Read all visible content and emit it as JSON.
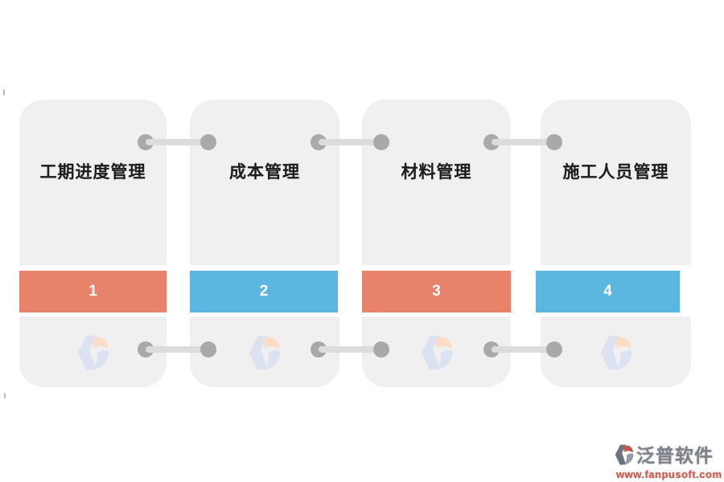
{
  "cards": [
    {
      "id": "schedule",
      "title": "工期进度管理",
      "step": "1",
      "bar_color": "#e8836b"
    },
    {
      "id": "cost",
      "title": "成本管理",
      "step": "2",
      "bar_color": "#5bb6e0"
    },
    {
      "id": "material",
      "title": "材料管理",
      "step": "3",
      "bar_color": "#e8836b"
    },
    {
      "id": "personnel",
      "title": "施工人员管理",
      "step": "4",
      "bar_color": "#5bb6e0"
    }
  ],
  "branding": {
    "name": "泛普软件",
    "website": "www.fanpusoft.com"
  },
  "icons": {
    "watermark": "fanpu-logo-watermark",
    "brand": "fanpu-logo"
  },
  "colors": {
    "card_bg": "#f0f0f1",
    "title_color": "#1c1c1c",
    "step_text": "#ffffff",
    "accent_orange": "#e8836b",
    "accent_blue": "#5bb6e0",
    "connector_line": "#dcdcdc",
    "connector_dot": "#a9a9a9",
    "watermark_lavender": "#dde2f0",
    "watermark_peach": "#fbdcc7",
    "brand_name_color": "#7d8188",
    "brand_url_color": "#c05a4d",
    "brand_icon_dark": "#6e7380",
    "brand_icon_red": "#c05a4d",
    "brand_icon_mid": "#939aa8"
  }
}
